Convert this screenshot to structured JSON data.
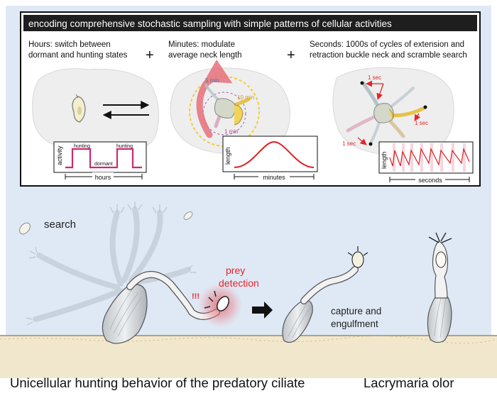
{
  "panel": {
    "title": "encoding comprehensive stochastic sampling with simple patterns of cellular activities",
    "hours": {
      "line1": "Hours:  switch between",
      "line2": "dormant and hunting states",
      "plot_ylabel": "activity",
      "plot_xlabel": "hours",
      "label_hunting_1": "hunting",
      "label_hunting_2": "hunting",
      "label_dormant": "dormant"
    },
    "minutes": {
      "line1": "Minutes:  modulate",
      "line2": "average neck length",
      "label_5min": "5 min",
      "label_10min": "10 min",
      "label_1min": "1 min",
      "plot_ylabel": "length",
      "plot_xlabel": "minutes"
    },
    "seconds": {
      "line1": "Seconds:   1000s of cycles of extension and",
      "line2": "retraction buckle neck and scramble search",
      "label_1sec_top": "1 sec",
      "label_1sec_right": "1 sec",
      "label_1sec_left": "1 sec",
      "plot_ylabel": "length",
      "plot_xlabel": "seconds"
    },
    "plus": "+"
  },
  "scene": {
    "search": "search",
    "alert": "!!!",
    "prey_line1": "prey",
    "prey_line2": "detection",
    "capture_line1": "capture and",
    "capture_line2": "engulfment"
  },
  "caption": {
    "left": "Unicellular hunting behavior of the predatory ciliate",
    "right": "Lacrymaria olor"
  },
  "colors": {
    "background": "#dfe9f5",
    "ground": "#f1e7cc",
    "title_bar": "#1e1e1e",
    "activity_line": "#cc2a72",
    "length_line": "#e01e1e",
    "prey_text": "#e3242b",
    "annotation": "#e3242b",
    "yellow": "#f2cc3c",
    "pink": "#e88ca4"
  }
}
